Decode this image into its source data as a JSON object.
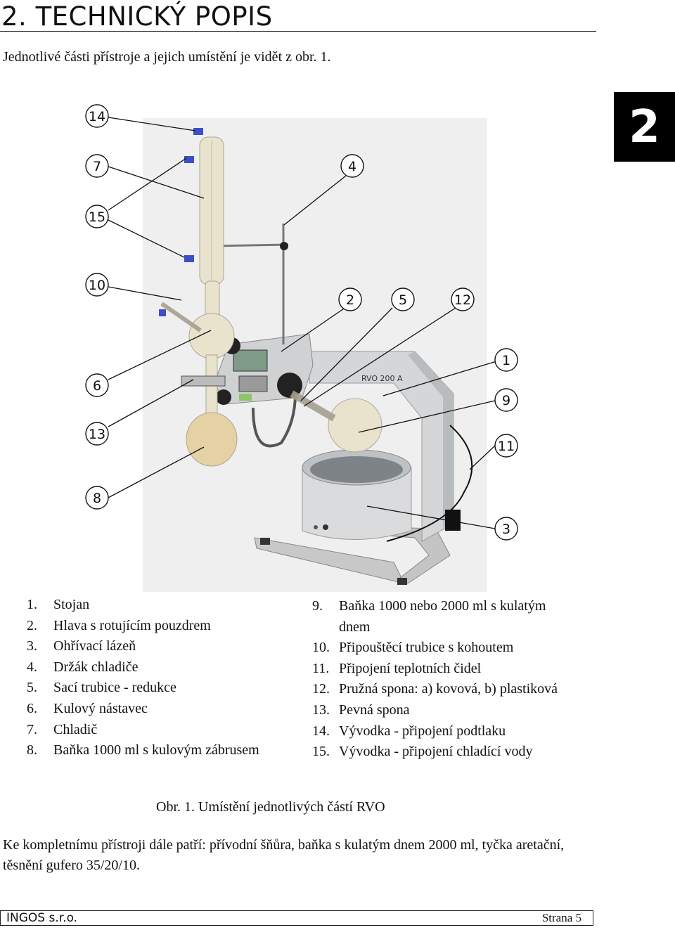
{
  "heading": "2. TECHNICKÝ POPIS",
  "intro": "Jednotlivé části přístroje a jejich umístění je vidět z obr. 1.",
  "chapter_tab": "2",
  "figure": {
    "device_label": "RVO 200 A",
    "callouts": [
      "14",
      "7",
      "4",
      "15",
      "10",
      "2",
      "5",
      "12",
      "1",
      "6",
      "9",
      "13",
      "11",
      "8",
      "3"
    ]
  },
  "parts_left": [
    {
      "num": "1.",
      "text": "Stojan"
    },
    {
      "num": "2.",
      "text": "Hlava s rotujícím pouzdrem"
    },
    {
      "num": "3.",
      "text": "Ohřívací lázeň"
    },
    {
      "num": "4.",
      "text": "Držák chladiče"
    },
    {
      "num": "5.",
      "text": "Sací trubice - redukce"
    },
    {
      "num": "6.",
      "text": "Kulový nástavec"
    },
    {
      "num": "7.",
      "text": "Chladič"
    },
    {
      "num": "8.",
      "text": "Baňka 1000 ml s kulovým zábrusem"
    }
  ],
  "parts_right": [
    {
      "num": "9.",
      "text": "Baňka 1000 nebo 2000 ml s kulatým dnem"
    },
    {
      "num": "10.",
      "text": "Připouštěcí trubice s kohoutem"
    },
    {
      "num": "11.",
      "text": "Připojení teplotních čidel"
    },
    {
      "num": "12.",
      "text": "Pružná spona: a) kovová, b) plastiková"
    },
    {
      "num": "13.",
      "text": "Pevná spona"
    },
    {
      "num": "14.",
      "text": "Vývodka - připojení podtlaku"
    },
    {
      "num": "15.",
      "text": "Vývodka - připojení chladící vody"
    }
  ],
  "caption": "Obr. 1. Umístění jednotlivých částí RVO",
  "accessories": "Ke kompletnímu přístroji dále patří: přívodní šňůra, baňka s kulatým dnem 2000 ml, tyčka aretační, těsnění gufero 35/20/10.",
  "footer": {
    "company": "INGOS s.r.o.",
    "page": "Strana 5"
  }
}
